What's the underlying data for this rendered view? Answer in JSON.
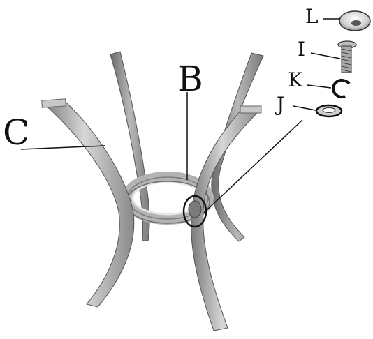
{
  "labels": {
    "legs": "C",
    "ring": "B",
    "cap": "L",
    "bolt": "I",
    "lock_washer": "K",
    "flat_washer": "J"
  },
  "colors": {
    "metal_light": "#d9d9d9",
    "metal_mid": "#a9a9a9",
    "metal_dark": "#6c6c6c",
    "line": "#111111"
  }
}
